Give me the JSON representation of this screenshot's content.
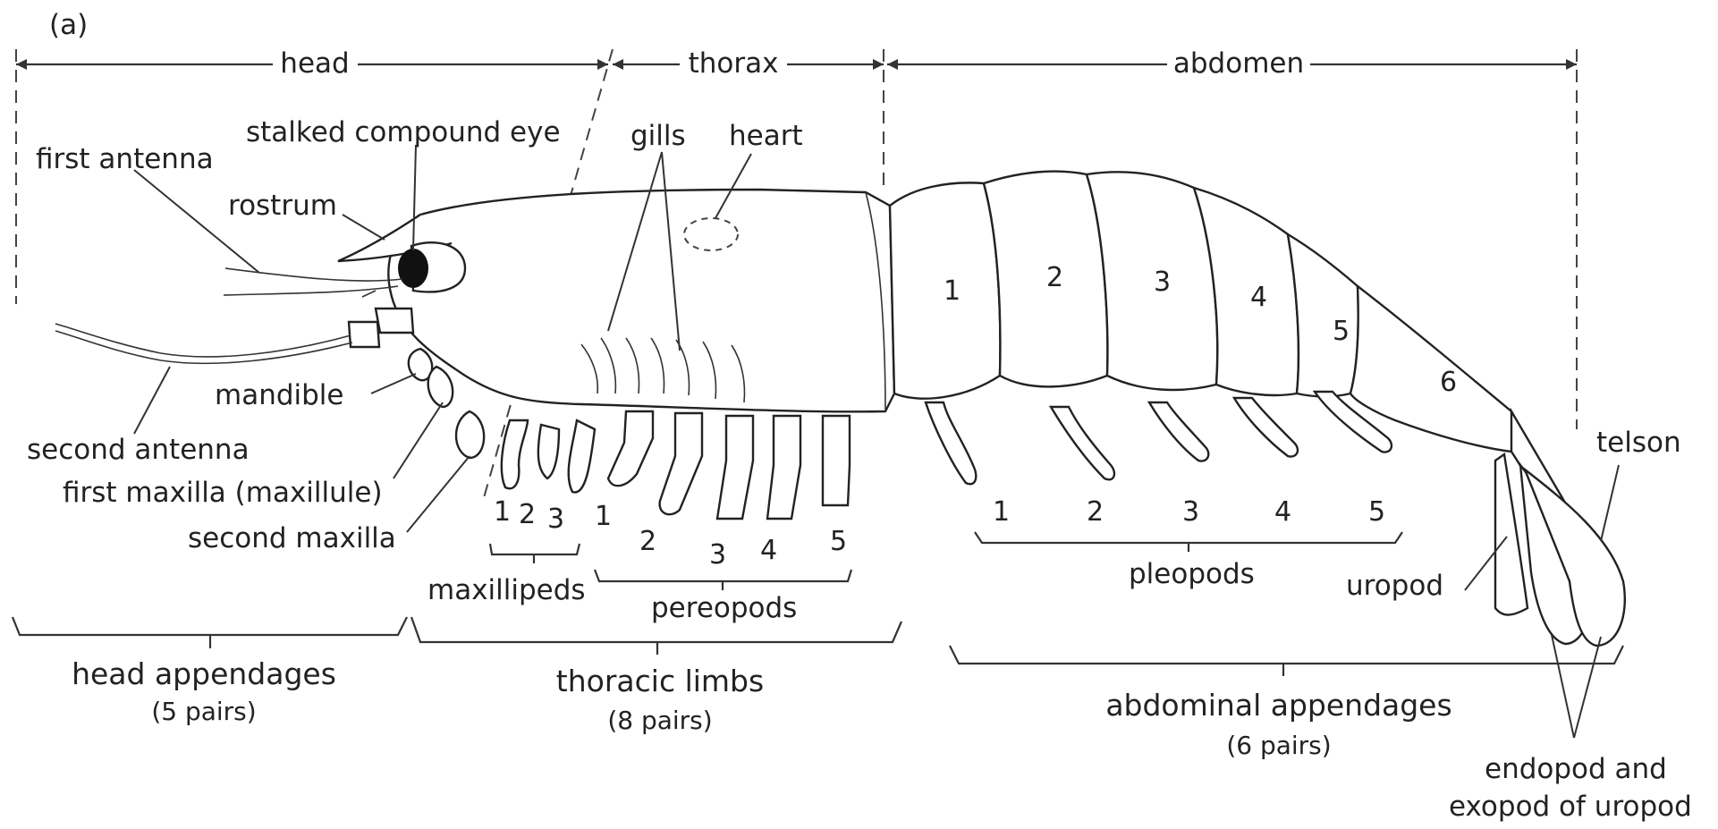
{
  "panel_label": "(a)",
  "regions": {
    "head": "head",
    "thorax": "thorax",
    "abdomen": "abdomen"
  },
  "labels": {
    "stalked_compound_eye": "stalked compound eye",
    "first_antenna": "first antenna",
    "rostrum": "rostrum",
    "gills": "gills",
    "heart": "heart",
    "mandible": "mandible",
    "second_antenna": "second antenna",
    "first_maxilla": "first maxilla (maxillule)",
    "second_maxilla": "second maxilla",
    "telson": "telson",
    "uropod": "uropod",
    "endopod_line1": "endopod and",
    "endopod_line2": "exopod of uropod"
  },
  "segments": [
    "1",
    "2",
    "3",
    "4",
    "5",
    "6"
  ],
  "maxilliped_numbers": [
    "1",
    "2",
    "3"
  ],
  "pereopod_numbers": [
    "1",
    "2",
    "3",
    "4",
    "5"
  ],
  "pleopod_numbers": [
    "1",
    "2",
    "3",
    "4",
    "5"
  ],
  "groups": {
    "maxillipeds": "maxillipeds",
    "pereopods": "pereopods",
    "pleopods": "pleopods"
  },
  "summaries": {
    "head_appendages": "head appendages",
    "head_pairs": "(5 pairs)",
    "thoracic_limbs": "thoracic limbs",
    "thoracic_pairs": "(8 pairs)",
    "abdominal_appendages": "abdominal appendages",
    "abdominal_pairs": "(6 pairs)"
  },
  "colors": {
    "ink": "#222222",
    "background": "#ffffff"
  }
}
